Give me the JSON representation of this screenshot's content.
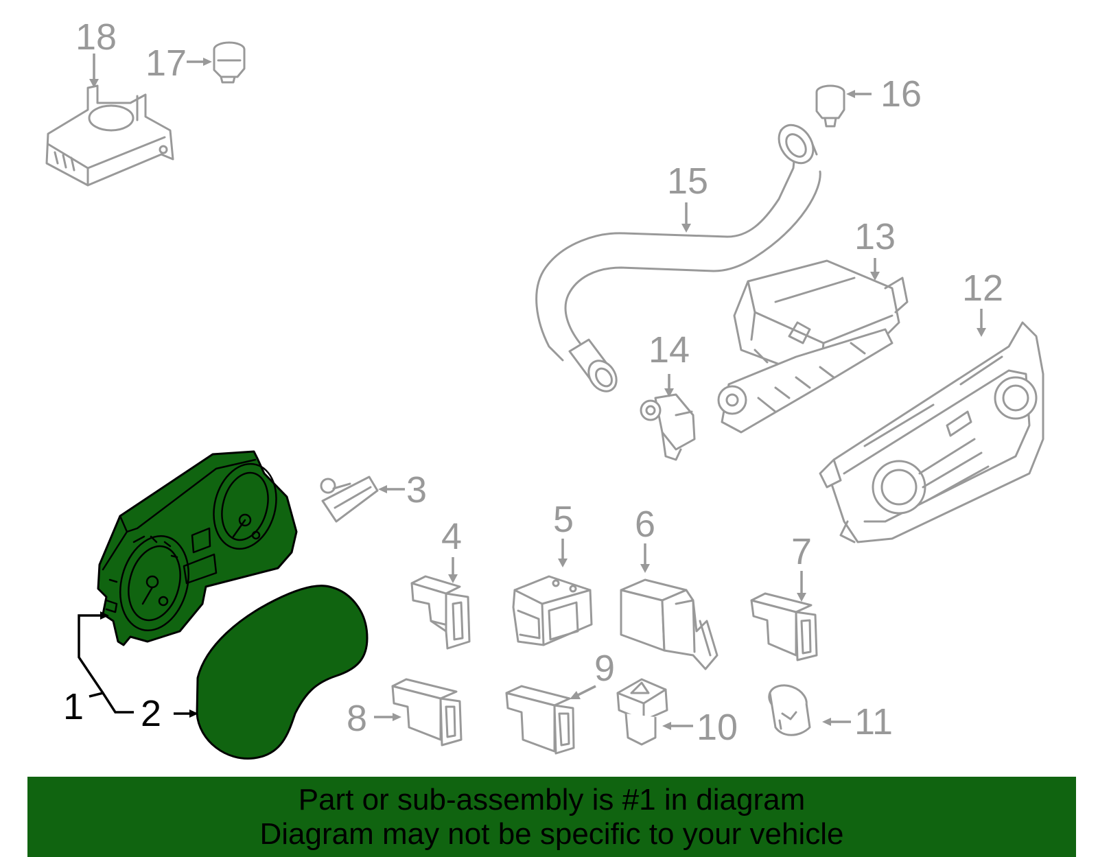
{
  "diagram": {
    "highlight_color": "#106410",
    "part_color": "#999999",
    "callouts": [
      {
        "id": "1",
        "label": "1",
        "highlighted": true
      },
      {
        "id": "2",
        "label": "2",
        "highlighted": true
      },
      {
        "id": "3",
        "label": "3",
        "highlighted": false
      },
      {
        "id": "4",
        "label": "4",
        "highlighted": false
      },
      {
        "id": "5",
        "label": "5",
        "highlighted": false
      },
      {
        "id": "6",
        "label": "6",
        "highlighted": false
      },
      {
        "id": "7",
        "label": "7",
        "highlighted": false
      },
      {
        "id": "8",
        "label": "8",
        "highlighted": false
      },
      {
        "id": "9",
        "label": "9",
        "highlighted": false
      },
      {
        "id": "10",
        "label": "10",
        "highlighted": false
      },
      {
        "id": "11",
        "label": "11",
        "highlighted": false
      },
      {
        "id": "12",
        "label": "12",
        "highlighted": false
      },
      {
        "id": "13",
        "label": "13",
        "highlighted": false
      },
      {
        "id": "14",
        "label": "14",
        "highlighted": false
      },
      {
        "id": "15",
        "label": "15",
        "highlighted": false
      },
      {
        "id": "16",
        "label": "16",
        "highlighted": false
      },
      {
        "id": "17",
        "label": "17",
        "highlighted": false
      },
      {
        "id": "18",
        "label": "18",
        "highlighted": false
      }
    ]
  },
  "banner": {
    "line1": "Part or sub-assembly is #1 in diagram",
    "line2": "Diagram may not be specific to your vehicle"
  }
}
